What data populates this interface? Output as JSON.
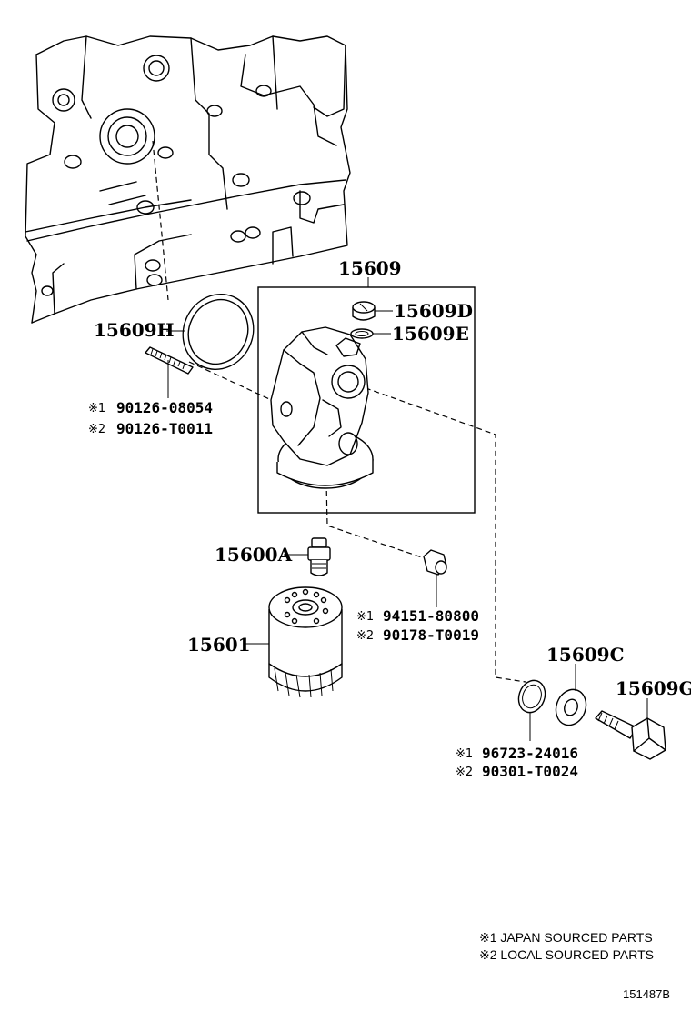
{
  "callouts": {
    "adapter_assy": "15609",
    "gasket_h": "15609H",
    "plug_d": "15609D",
    "oring_e": "15609E",
    "union_a": "15600A",
    "filter": "15601",
    "washer_c": "15609C",
    "bolt_g": "15609G"
  },
  "part_numbers": {
    "stud": {
      "mark1": "※1",
      "pn1": "90126-08054",
      "mark2": "※2",
      "pn2": "90126-T0011"
    },
    "plug": {
      "mark1": "※1",
      "pn1": "94151-80800",
      "mark2": "※2",
      "pn2": "90178-T0019"
    },
    "gasket": {
      "mark1": "※1",
      "pn1": "96723-24016",
      "mark2": "※2",
      "pn2": "90301-T0024"
    }
  },
  "legend": {
    "line1": "※1 JAPAN SOURCED PARTS",
    "line2": "※2 LOCAL SOURCED PARTS"
  },
  "diagram_id": "151487B"
}
